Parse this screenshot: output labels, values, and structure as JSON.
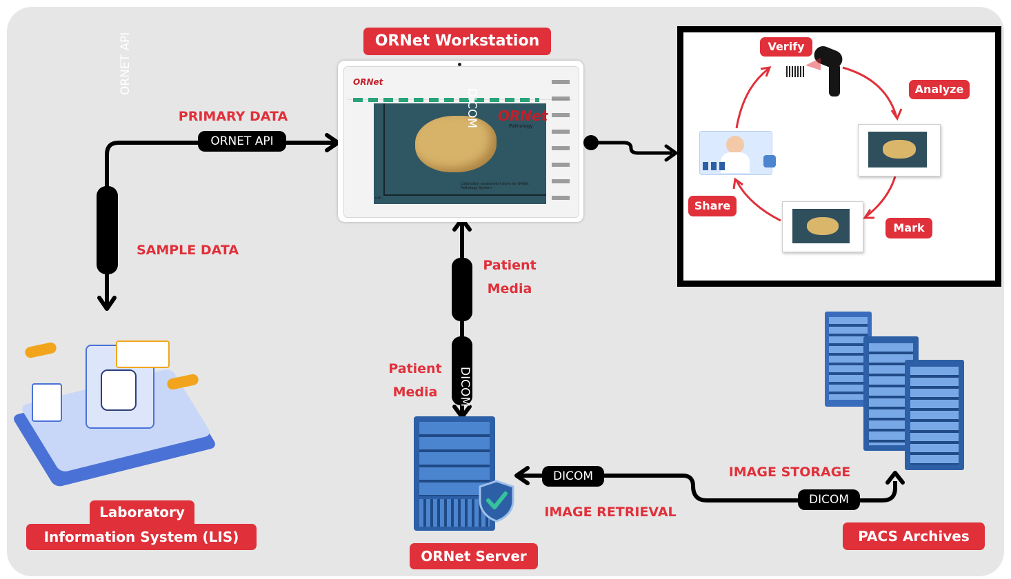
{
  "watermark": "ORNET API",
  "labels": {
    "workstation": "ORNet Workstation",
    "lis_line1": "Laboratory",
    "lis_line2": "Information System (LIS)",
    "server": "ORNet Server",
    "pacs": "PACS Archives"
  },
  "flow": {
    "primary_data": "PRIMARY DATA",
    "ornet_api_tag": "ORNET API",
    "sample_data": "SAMPLE DATA",
    "patient_media_right_1": "Patient",
    "patient_media_right_2": "Media",
    "patient_media_left_1": "Patient",
    "patient_media_left_2": "Media",
    "dicom_vertical_workstation": "DICOM",
    "dicom_vertical_cable": "DICOM",
    "dicom_tag_left": "DICOM",
    "dicom_tag_right": "DICOM",
    "image_storage": "IMAGE STORAGE",
    "image_retrieval": "IMAGE RETRIEVAL"
  },
  "cycle": {
    "verify": "Verify",
    "analyze": "Analyze",
    "mark": "Mark",
    "share": "Share"
  },
  "tablet": {
    "logo": "ORNet",
    "logo_sub": "Pathology",
    "caption": "Calibration assessment done for ORNet Pathology System",
    "ruler_units": "cm"
  },
  "colors": {
    "accent_red": "#e0303a",
    "background": "#e6e6e6",
    "cable": "#000000",
    "server_blue": "#2d5fa6"
  }
}
